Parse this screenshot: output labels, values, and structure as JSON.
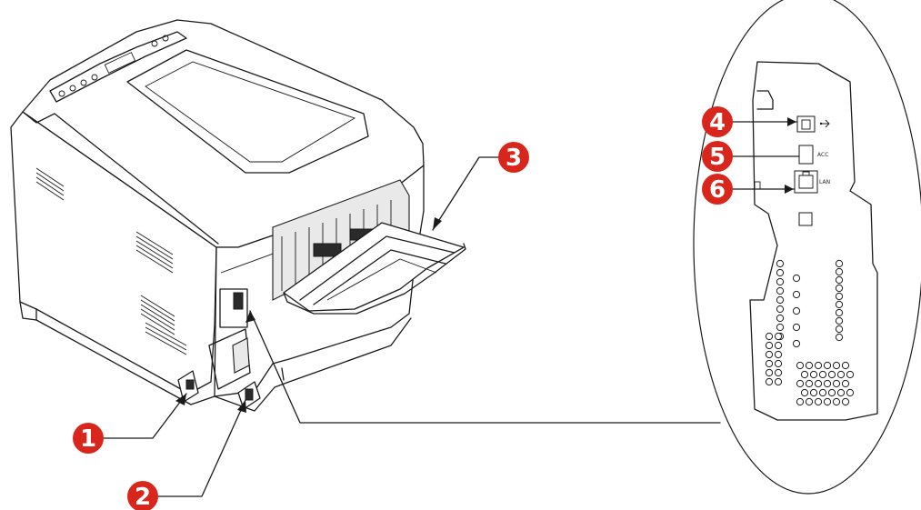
{
  "colors": {
    "callout": "#d9261c",
    "line": "#1a1a1a",
    "background": "#ffffff"
  },
  "callouts": [
    {
      "number": "1"
    },
    {
      "number": "2"
    },
    {
      "number": "3"
    },
    {
      "number": "4"
    },
    {
      "number": "5"
    },
    {
      "number": "6"
    }
  ],
  "ports": {
    "usb_label": "",
    "acc_label": "ACC",
    "lan_label": "LAN"
  }
}
